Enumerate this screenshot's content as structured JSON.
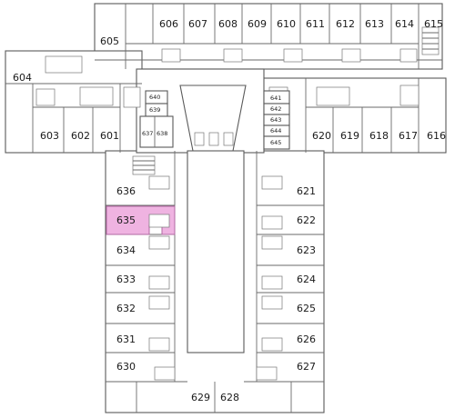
{
  "highlight_color": "#efb3e1",
  "highlighted_room": "635",
  "rooms": {
    "r601": "601",
    "r602": "602",
    "r603": "603",
    "r604": "604",
    "r605": "605",
    "r606": "606",
    "r607": "607",
    "r608": "608",
    "r609": "609",
    "r610": "610",
    "r611": "611",
    "r612": "612",
    "r613": "613",
    "r614": "614",
    "r615": "615",
    "r616": "616",
    "r617": "617",
    "r618": "618",
    "r619": "619",
    "r620": "620",
    "r621": "621",
    "r622": "622",
    "r623": "623",
    "r624": "624",
    "r625": "625",
    "r626": "626",
    "r627": "627",
    "r628": "628",
    "r629": "629",
    "r630": "630",
    "r631": "631",
    "r632": "632",
    "r633": "633",
    "r634": "634",
    "r635": "635",
    "r636": "636",
    "r637": "637",
    "r638": "638",
    "r639": "639",
    "r640": "640",
    "r641": "641",
    "r642": "642",
    "r643": "643",
    "r644": "644",
    "r645": "645"
  }
}
